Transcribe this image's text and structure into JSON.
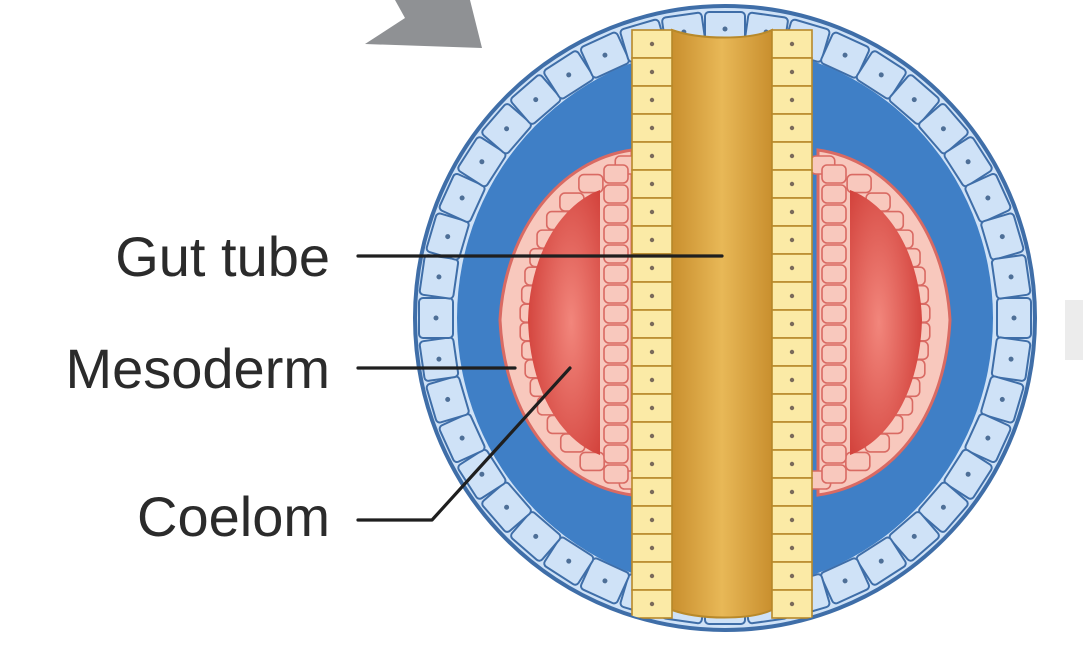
{
  "labels": {
    "gut_tube": "Gut tube",
    "mesoderm": "Mesoderm",
    "coelom": "Coelom"
  },
  "colors": {
    "ectoderm_cells": "#cfe2f7",
    "ectoderm_outline": "#3f6ea8",
    "blastocoel_blue": "#3f7fc6",
    "mesoderm_cells": "#f8c8bd",
    "coelom_red": "#d9463f",
    "endoderm_cells": "#fbeaa6",
    "gut_lumen": "#d9a33f",
    "arrow_gray": "#8f9194",
    "label_text": "#2b2b2b"
  }
}
